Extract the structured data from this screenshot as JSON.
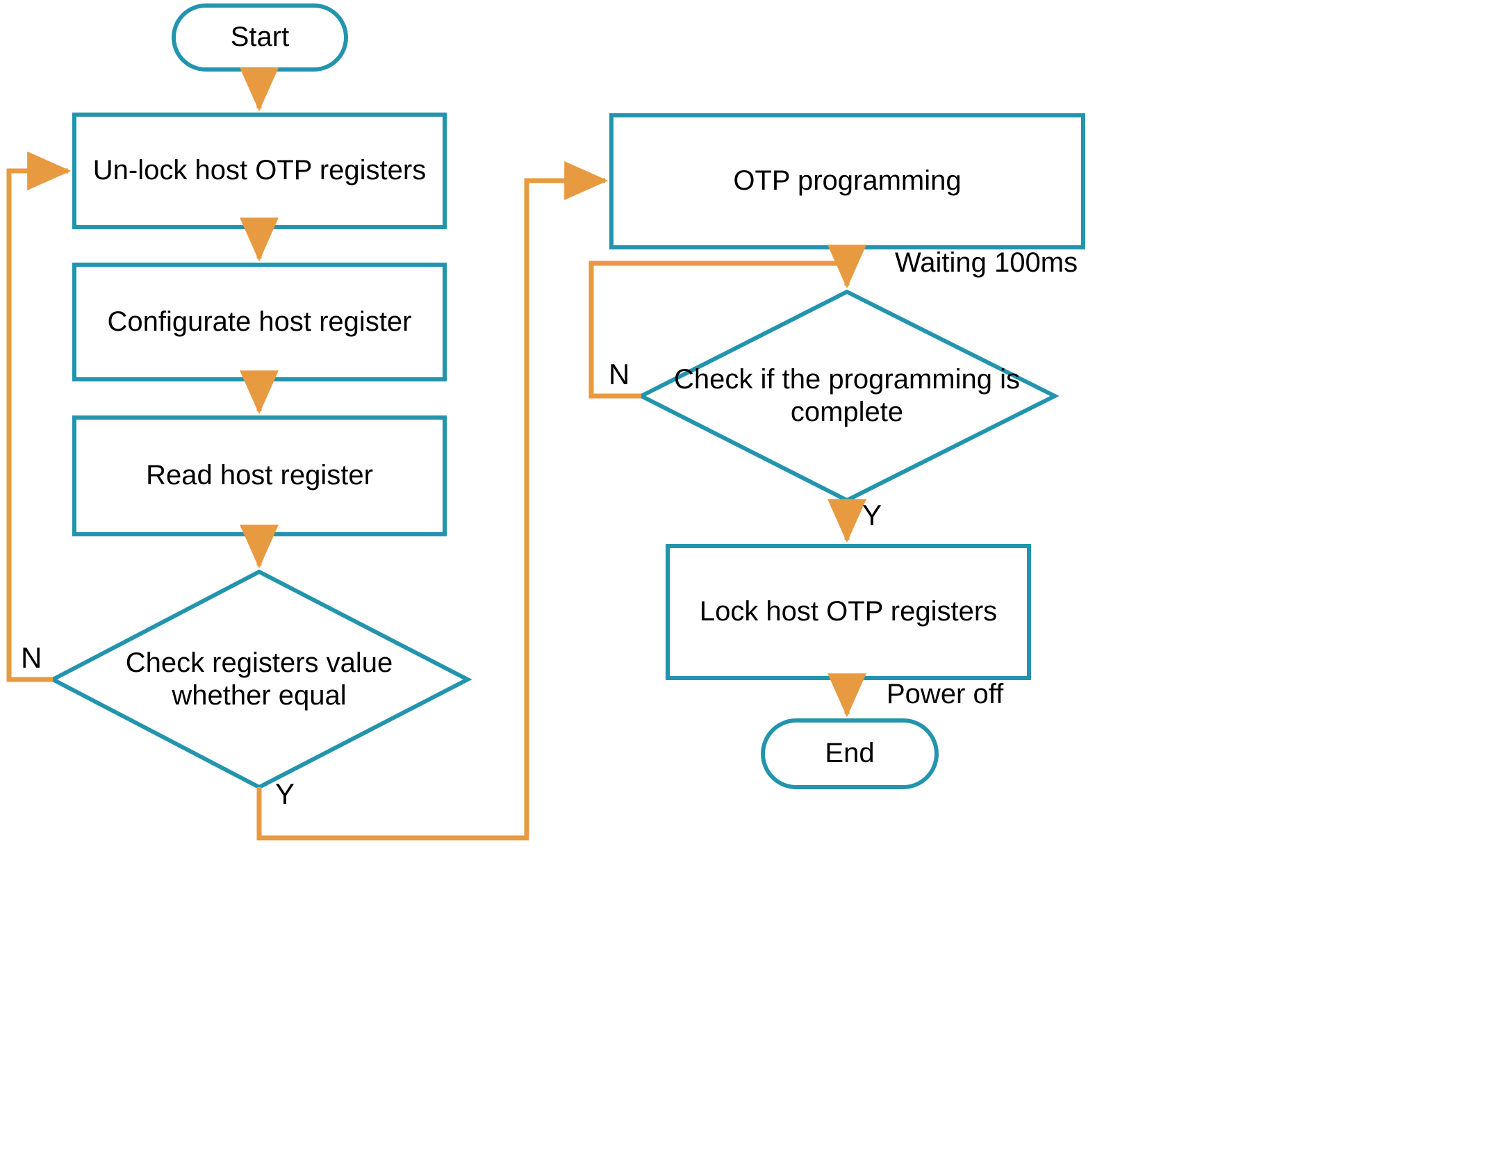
{
  "diagram": {
    "title": "OTP programming flowchart",
    "colors": {
      "node_stroke": "#2394ad",
      "edge_stroke": "#e89a41",
      "text": "#000000",
      "background": "#ffffff"
    },
    "nodes": {
      "start": {
        "label": "Start",
        "shape": "terminator"
      },
      "unlock": {
        "label": "Un-lock host OTP registers",
        "shape": "process"
      },
      "configure": {
        "label": "Configurate host register",
        "shape": "process"
      },
      "read": {
        "label": "Read host register",
        "shape": "process"
      },
      "check_registers": {
        "label": "Check registers value\nwhether equal",
        "shape": "decision"
      },
      "otp_programming": {
        "label": "OTP programming",
        "shape": "process"
      },
      "check_programming": {
        "label": "Check if the programming is\ncomplete",
        "shape": "decision"
      },
      "lock": {
        "label": "Lock host OTP registers",
        "shape": "process"
      },
      "end": {
        "label": "End",
        "shape": "terminator"
      }
    },
    "edge_labels": {
      "check_registers_no": "N",
      "check_registers_yes": "Y",
      "check_programming_no": "N",
      "check_programming_yes": "Y",
      "waiting": "Waiting 100ms",
      "power_off": "Power off"
    }
  }
}
